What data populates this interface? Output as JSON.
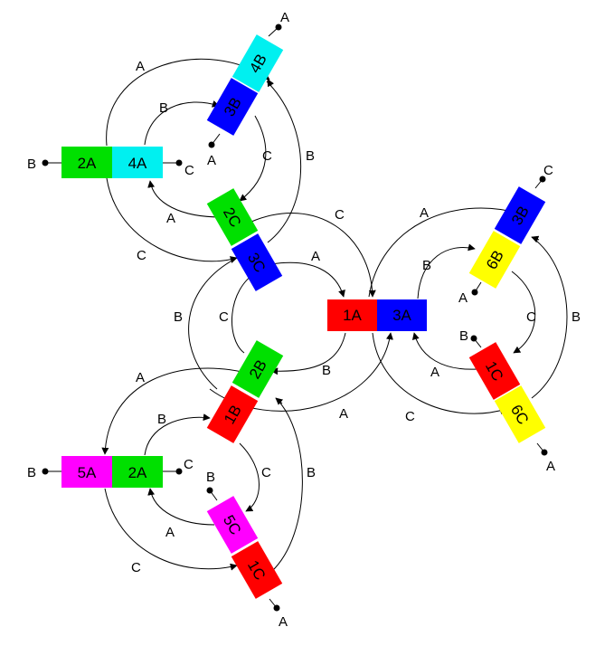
{
  "colors": {
    "red": "#ff0000",
    "green": "#00e000",
    "blue": "#0000ff",
    "cyan": "#00f0f0",
    "yellow": "#ffff00",
    "magenta": "#ff00ff",
    "stroke": "#000000"
  },
  "blocks": [
    {
      "id": "b1A",
      "text": "1A",
      "color": "red"
    },
    {
      "id": "b3A",
      "text": "3A",
      "color": "blue"
    },
    {
      "id": "b2A_top",
      "text": "2A",
      "color": "green"
    },
    {
      "id": "b4A",
      "text": "4A",
      "color": "cyan"
    },
    {
      "id": "b4B",
      "text": "4B",
      "color": "cyan"
    },
    {
      "id": "b3B_top",
      "text": "3B",
      "color": "blue"
    },
    {
      "id": "b2C",
      "text": "2C",
      "color": "green"
    },
    {
      "id": "b3C",
      "text": "3C",
      "color": "blue"
    },
    {
      "id": "b2B",
      "text": "2B",
      "color": "green"
    },
    {
      "id": "b1B",
      "text": "1B",
      "color": "red"
    },
    {
      "id": "b5A",
      "text": "5A",
      "color": "magenta"
    },
    {
      "id": "b2A_bot",
      "text": "2A",
      "color": "green"
    },
    {
      "id": "b5C",
      "text": "5C",
      "color": "magenta"
    },
    {
      "id": "b1C_bot",
      "text": "1C",
      "color": "red"
    },
    {
      "id": "b3B_right",
      "text": "3B",
      "color": "blue"
    },
    {
      "id": "b6B",
      "text": "6B",
      "color": "yellow"
    },
    {
      "id": "b1C_right",
      "text": "1C",
      "color": "red"
    },
    {
      "id": "b6C",
      "text": "6C",
      "color": "yellow"
    }
  ],
  "labels": {
    "term_4B_A": "A",
    "term_3B_A": "A",
    "term_2A_B": "B",
    "term_4A_C": "C",
    "arc_top_outer_A": "A",
    "arc_top_mid_B": "B",
    "arc_top_inner_A": "A",
    "arc_top_outer_C": "C",
    "arc_top_right_C": "C",
    "arc_top_right_B": "B",
    "arc_center_C": "C",
    "arc_center_A": "A",
    "arc_center_B_left": "B",
    "arc_center_C_left": "C",
    "arc_center_B_bot": "B",
    "arc_center_A_bot": "A",
    "arc_right_A": "A",
    "arc_right_B": "B",
    "arc_right_C_inner": "C",
    "arc_right_B_outer": "B",
    "arc_right_A_inner": "A",
    "arc_right_C_bot": "C",
    "term_3B_C": "C",
    "term_6B_A": "A",
    "term_1C_B": "B",
    "term_6C_A": "A",
    "arc_bot_A_outer": "A",
    "arc_bot_B": "B",
    "arc_bot_C_right": "C",
    "arc_bot_B_right": "B",
    "arc_bot_A_inner": "A",
    "arc_bot_C_outer": "C",
    "term_5A_B": "B",
    "term_2A_C": "C",
    "term_5C_B": "B",
    "term_1C_A": "A"
  }
}
